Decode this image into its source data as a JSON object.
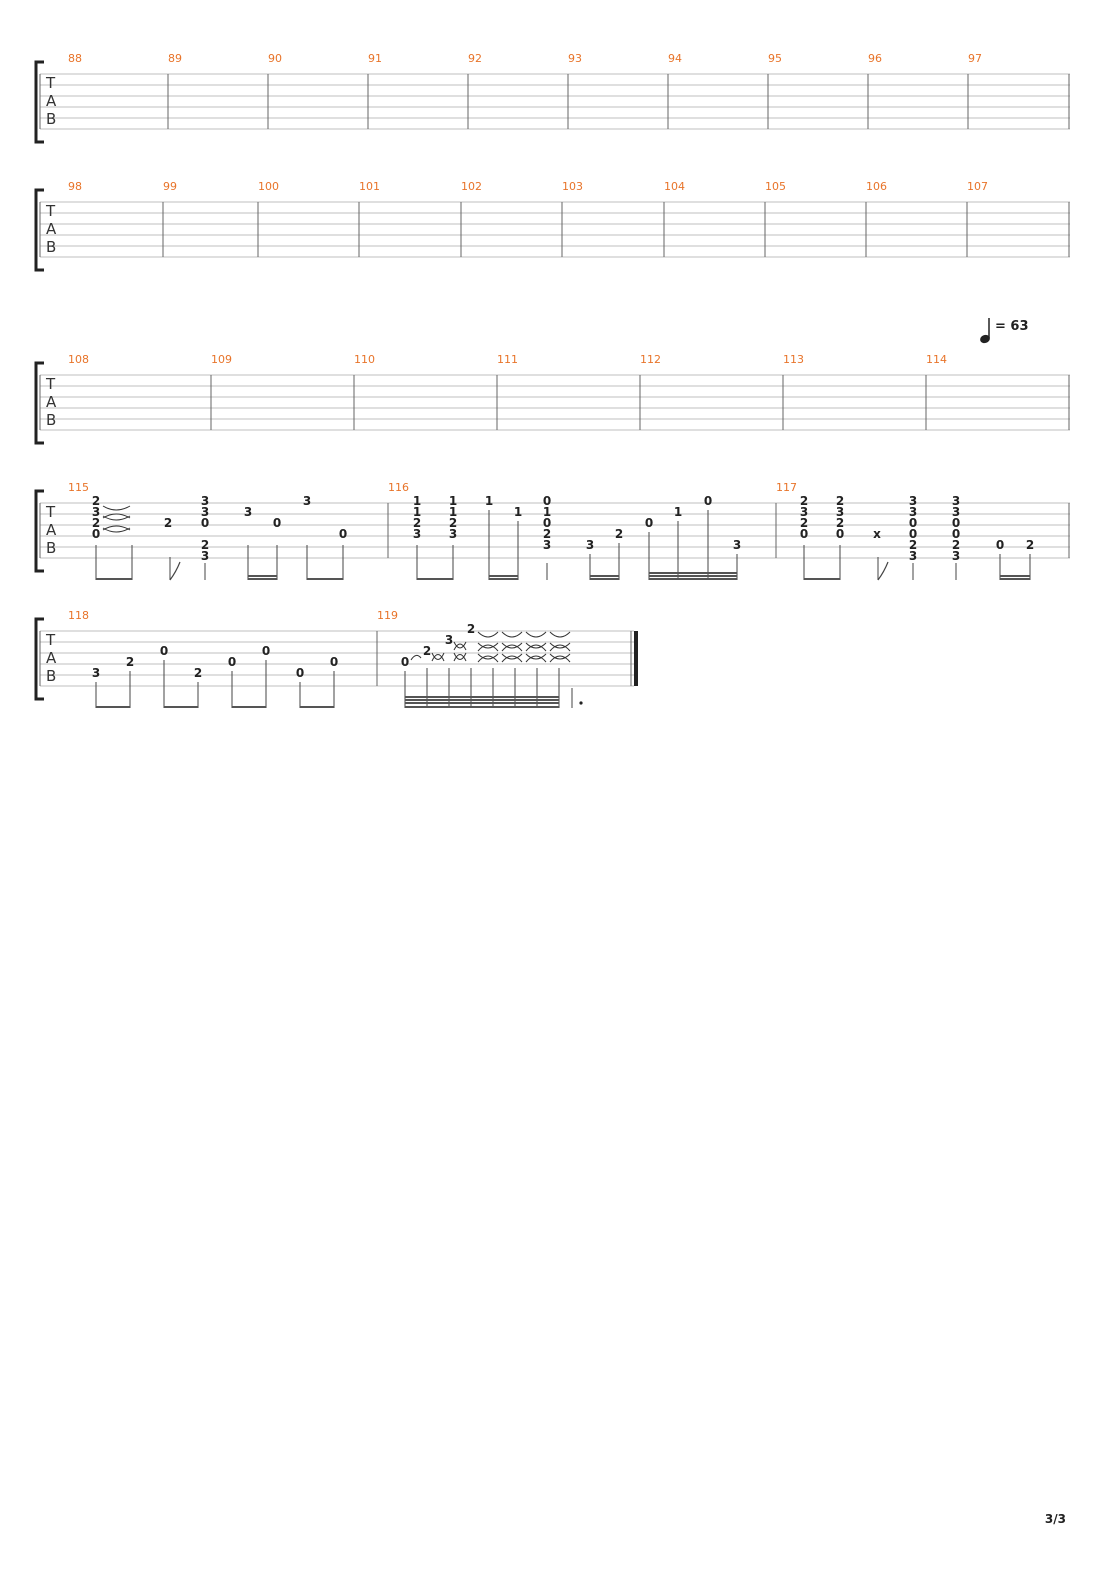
{
  "page": {
    "number": "3/3"
  },
  "tab_label": [
    "T",
    "A",
    "B"
  ],
  "tempo": {
    "value": "= 63",
    "note": "quarter-note-icon"
  },
  "systems": [
    {
      "measures": [
        "88",
        "89",
        "90",
        "91",
        "92",
        "93",
        "94",
        "95",
        "96",
        "97"
      ]
    },
    {
      "measures": [
        "98",
        "99",
        "100",
        "101",
        "102",
        "103",
        "104",
        "105",
        "106",
        "107"
      ]
    },
    {
      "measures": [
        "108",
        "109",
        "110",
        "111",
        "112",
        "113",
        "114"
      ]
    },
    {
      "measures": [
        "115",
        "116",
        "117"
      ]
    },
    {
      "measures": [
        "118",
        "119"
      ]
    }
  ],
  "frets": {
    "m115": [
      [
        "2",
        "3",
        "2",
        "0"
      ],
      [
        "2"
      ],
      [
        "3",
        "3",
        "0",
        "2",
        "3"
      ],
      [
        "3"
      ],
      [
        "0"
      ],
      [
        "3"
      ],
      [
        "0"
      ]
    ],
    "m116": [
      [
        "1",
        "1",
        "2",
        "3"
      ],
      [
        "1",
        "1",
        "2",
        "3"
      ],
      [
        "1"
      ],
      [
        "1"
      ],
      [
        "0",
        "1",
        "0",
        "2",
        "3"
      ],
      [
        "3"
      ],
      [
        "2"
      ],
      [
        "0"
      ],
      [
        "1"
      ],
      [
        "0"
      ],
      [
        "3"
      ]
    ],
    "m117": [
      [
        "2",
        "3",
        "2",
        "0"
      ],
      [
        "2",
        "3",
        "2",
        "0"
      ],
      [
        "x"
      ],
      [
        "3",
        "3",
        "0",
        "0",
        "2",
        "3"
      ],
      [
        "3",
        "3",
        "0",
        "0",
        "2",
        "3"
      ],
      [
        "0"
      ],
      [
        "2"
      ]
    ],
    "m118": [
      [
        "3"
      ],
      [
        "2"
      ],
      [
        "0"
      ],
      [
        "2"
      ],
      [
        "0"
      ],
      [
        "0"
      ],
      [
        "0"
      ],
      [
        "0"
      ]
    ],
    "m119": [
      [
        "0"
      ],
      [
        "2"
      ],
      [
        "3"
      ],
      [
        "2"
      ]
    ]
  }
}
